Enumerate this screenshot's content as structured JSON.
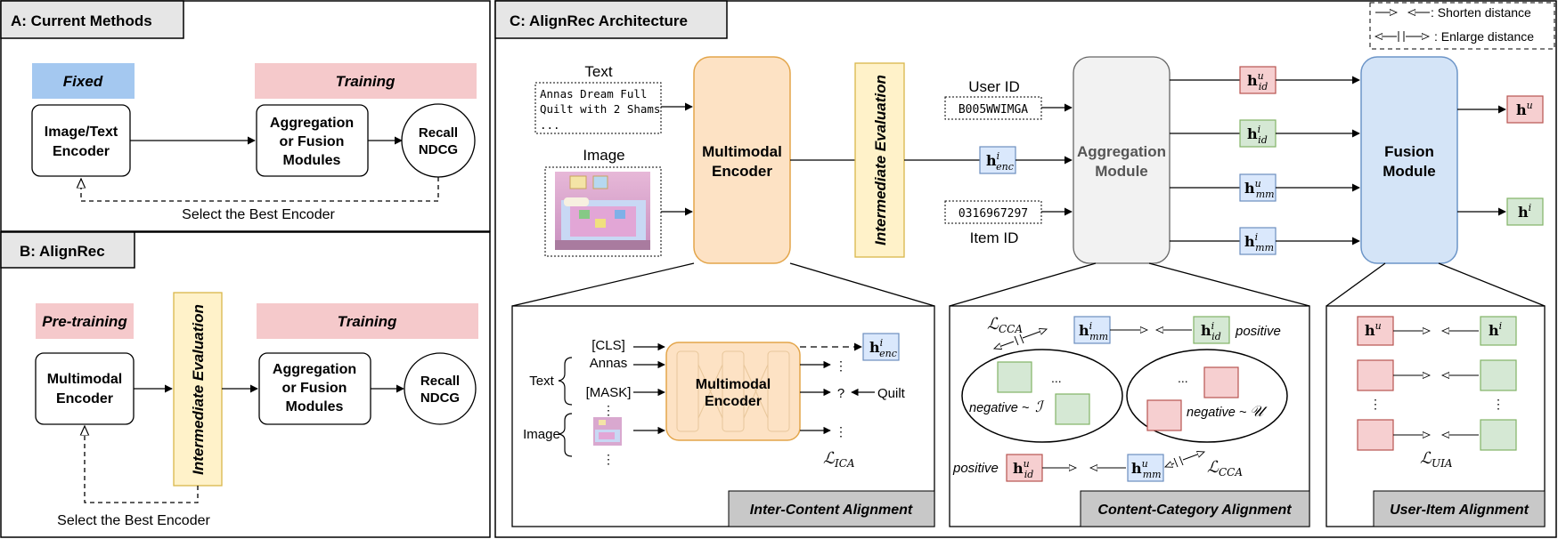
{
  "panel_a": {
    "title": "A: Current Methods",
    "fixed_label": "Fixed",
    "training_label": "Training",
    "encoder_line1": "Image/Text",
    "encoder_line2": "Encoder",
    "agg_line1": "Aggregation",
    "agg_line2": "or Fusion",
    "agg_line3": "Modules",
    "recall": "Recall",
    "ndcg": "NDCG",
    "select": "Select the Best Encoder"
  },
  "panel_b": {
    "title": "B: AlignRec",
    "pretraining_label": "Pre-training",
    "training_label": "Training",
    "encoder_line1": "Multimodal",
    "encoder_line2": "Encoder",
    "intermediate": "Intermediate Evaluation",
    "agg_line1": "Aggregation",
    "agg_line2": "or Fusion",
    "agg_line3": "Modules",
    "recall": "Recall",
    "ndcg": "NDCG",
    "select": "Select the Best Encoder"
  },
  "panel_c": {
    "title": "C: AlignRec Architecture",
    "legend_shorten": ": Shorten distance",
    "legend_enlarge": ": Enlarge distance",
    "text_label": "Text",
    "text_line1": "Annas Dream Full",
    "text_line2": "Quilt with 2 Shams",
    "text_line3": "...",
    "image_label": "Image",
    "mm_line1": "Multimodal",
    "mm_line2": "Encoder",
    "intermediate": "Intermediate Evaluation",
    "user_id_label": "User ID",
    "user_id_value": "B005WWIMGA",
    "item_id_value": "0316967297",
    "item_id_label": "Item ID",
    "agg_line1": "Aggregation",
    "agg_line2": "Module",
    "fusion_line1": "Fusion",
    "fusion_line2": "Module"
  },
  "ica": {
    "title": "Inter-Content Alignment",
    "cls": "[CLS]",
    "annas": "Annas",
    "mask": "[MASK]",
    "dots": "⋮",
    "text_label": "Text",
    "image_label": "Image",
    "enc_line1": "Multimodal",
    "enc_line2": "Encoder",
    "question": "?",
    "quilt": "Quilt"
  },
  "cca": {
    "title": "Content-Category Alignment",
    "positive_top": "positive",
    "positive_bottom": "positive",
    "negative_i": "negative ~",
    "negative_u": "negative ~",
    "ellipsis": "..."
  },
  "uia": {
    "title": "User-Item Alignment",
    "dots": "⋮"
  },
  "colors": {
    "blue_label": "#a4c8f0",
    "pink_label": "#f5c9cb",
    "yellow": "#fff2c9",
    "yellow_border": "#d9b64a",
    "orange": "#fde2c4",
    "orange_border": "#e3a54a",
    "grey_box": "#f2f2f2",
    "fusion": "#d4e4f7",
    "fusion_border": "#6c95c8",
    "red_box": "#f6cfd0",
    "red_border": "#b85450",
    "green_box": "#d5e8d4",
    "green_border": "#82b366",
    "blue_box": "#dae8fc",
    "blue_border": "#6c8ebf"
  }
}
